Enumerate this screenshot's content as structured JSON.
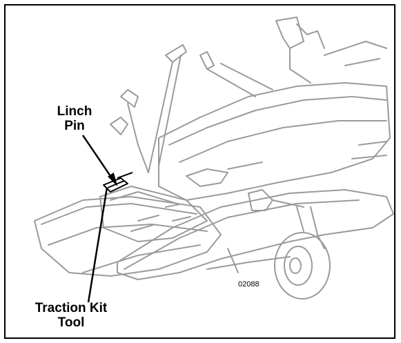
{
  "figure": {
    "callouts": [
      {
        "id": "linch-pin",
        "line1": "Linch",
        "line2": "Pin"
      },
      {
        "id": "traction-kit-tool",
        "line1": "Traction Kit",
        "line2": "Tool"
      }
    ],
    "figure_number": "02088"
  }
}
